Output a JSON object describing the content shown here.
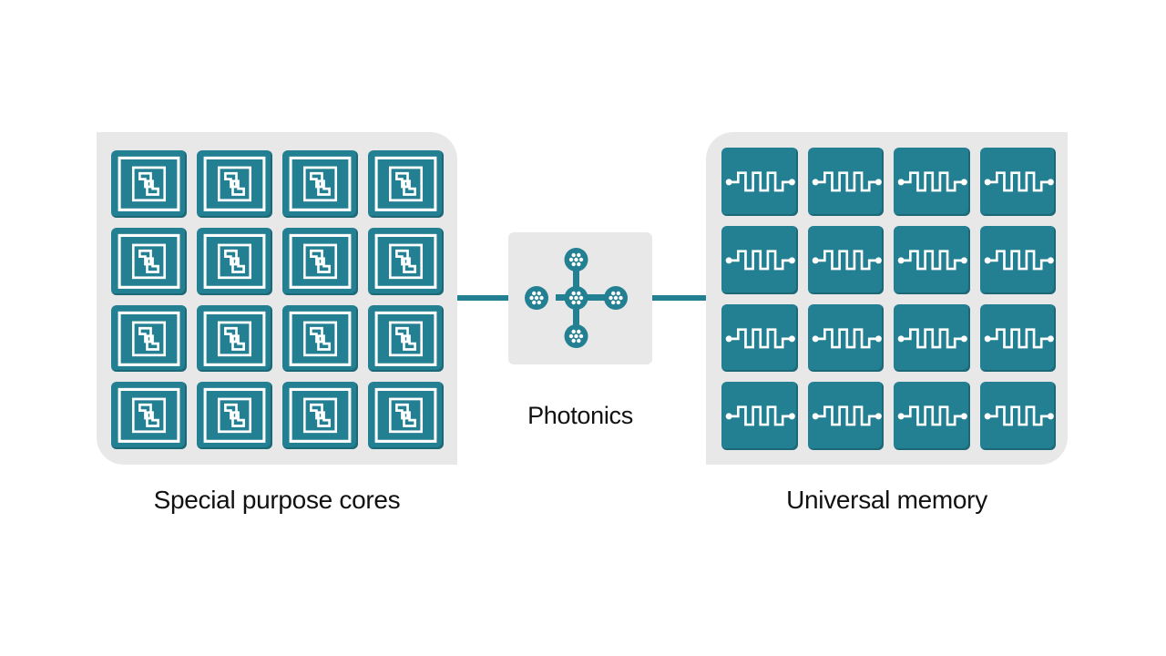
{
  "labels": {
    "cores": "Special purpose cores",
    "photonics": "Photonics",
    "memory": "Universal memory"
  },
  "colors": {
    "tile": "#237f92",
    "panel": "#e8e8e8",
    "line": "#ffffff",
    "text": "#111111"
  },
  "icons": {
    "core_tile": "interlocking-square-chip-icon",
    "memory_tile": "square-wave-circuit-icon",
    "photonics": "optical-hub-icon"
  },
  "grid": {
    "rows": 4,
    "columns": 4
  }
}
